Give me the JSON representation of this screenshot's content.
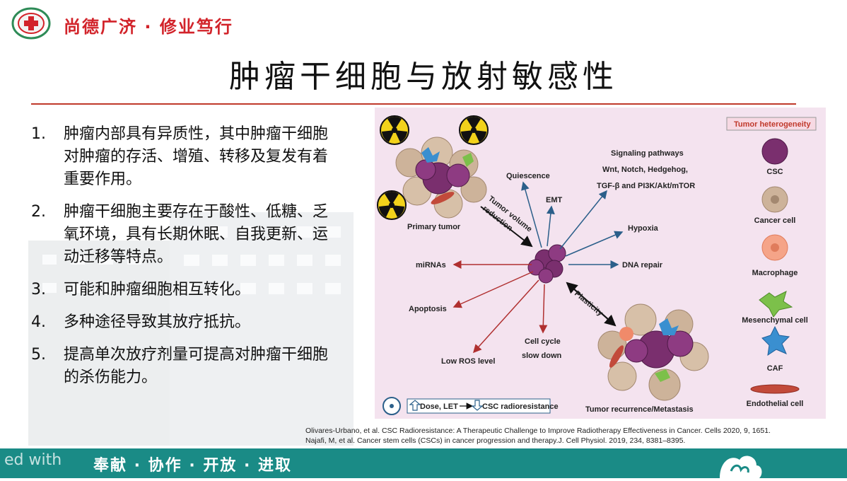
{
  "header": {
    "motto": "尚德广济 · 修业笃行"
  },
  "title": "肿瘤干细胞与放射敏感性",
  "points": [
    {
      "num": "1.",
      "text": "肿瘤内部具有异质性，其中肿瘤干细胞对肿瘤的存活、增殖、转移及复发有着重要作用。"
    },
    {
      "num": "2.",
      "text": "肿瘤干细胞主要存在于酸性、低糖、乏氧环境，具有长期休眠、自我更新、运动迁移等特点。"
    },
    {
      "num": "3.",
      "text": "可能和肿瘤细胞相互转化。"
    },
    {
      "num": "4.",
      "text": "多种途径导致其放疗抵抗。"
    },
    {
      "num": "5.",
      "text": "提高单次放疗剂量可提高对肿瘤干细胞的杀伤能力。"
    }
  ],
  "figure": {
    "primary_tumor": "Primary tumor",
    "recurrence": "Tumor recurrence/Metastasis",
    "arrow_reduction_1": "Tumor volume",
    "arrow_reduction_2": "reduction",
    "arrow_plasticity": "Plasticity",
    "quiescence": "Quiescence",
    "emt": "EMT",
    "signaling_1": "Signaling pathways",
    "signaling_2": "Wnt, Notch, Hedgehog,",
    "signaling_3": "TGF-β and PI3K/Akt/mTOR",
    "hypoxia": "Hypoxia",
    "dna_repair": "DNA repair",
    "mirnas": "miRNAs",
    "apoptosis": "Apoptosis",
    "low_ros": "Low ROS level",
    "cell_cycle_1": "Cell cycle",
    "cell_cycle_2": "slow down",
    "dose_text_1": "Dose, LET",
    "dose_text_2": "CSC radioresistance",
    "legend_title": "Tumor heterogeneity",
    "legend": [
      "CSC",
      "Cancer cell",
      "Macrophage",
      "Mesenchymal cell",
      "CAF",
      "Endothelial cell"
    ]
  },
  "references": [
    "Olivares-Urbano, et al. CSC Radioresistance: A Therapeutic Challenge to Improve Radiotherapy Effectiveness in Cancer. Cells 2020, 9, 1651.",
    "Najafi, M, et al. Cancer stem cells (CSCs) in cancer progression and therapy.J. Cell Physiol. 2019, 234, 8381–8395."
  ],
  "footer": {
    "slogan": "奉献 · 协作 · 开放 · 进取",
    "watermark": "ed with"
  },
  "colors": {
    "motto": "#d2232a",
    "footer": "#1a8b86",
    "title_rule": "#c0392b",
    "figure_bg": "#f4e3ef",
    "arrow_blue": "#2b5f8a",
    "arrow_red": "#b03030"
  }
}
